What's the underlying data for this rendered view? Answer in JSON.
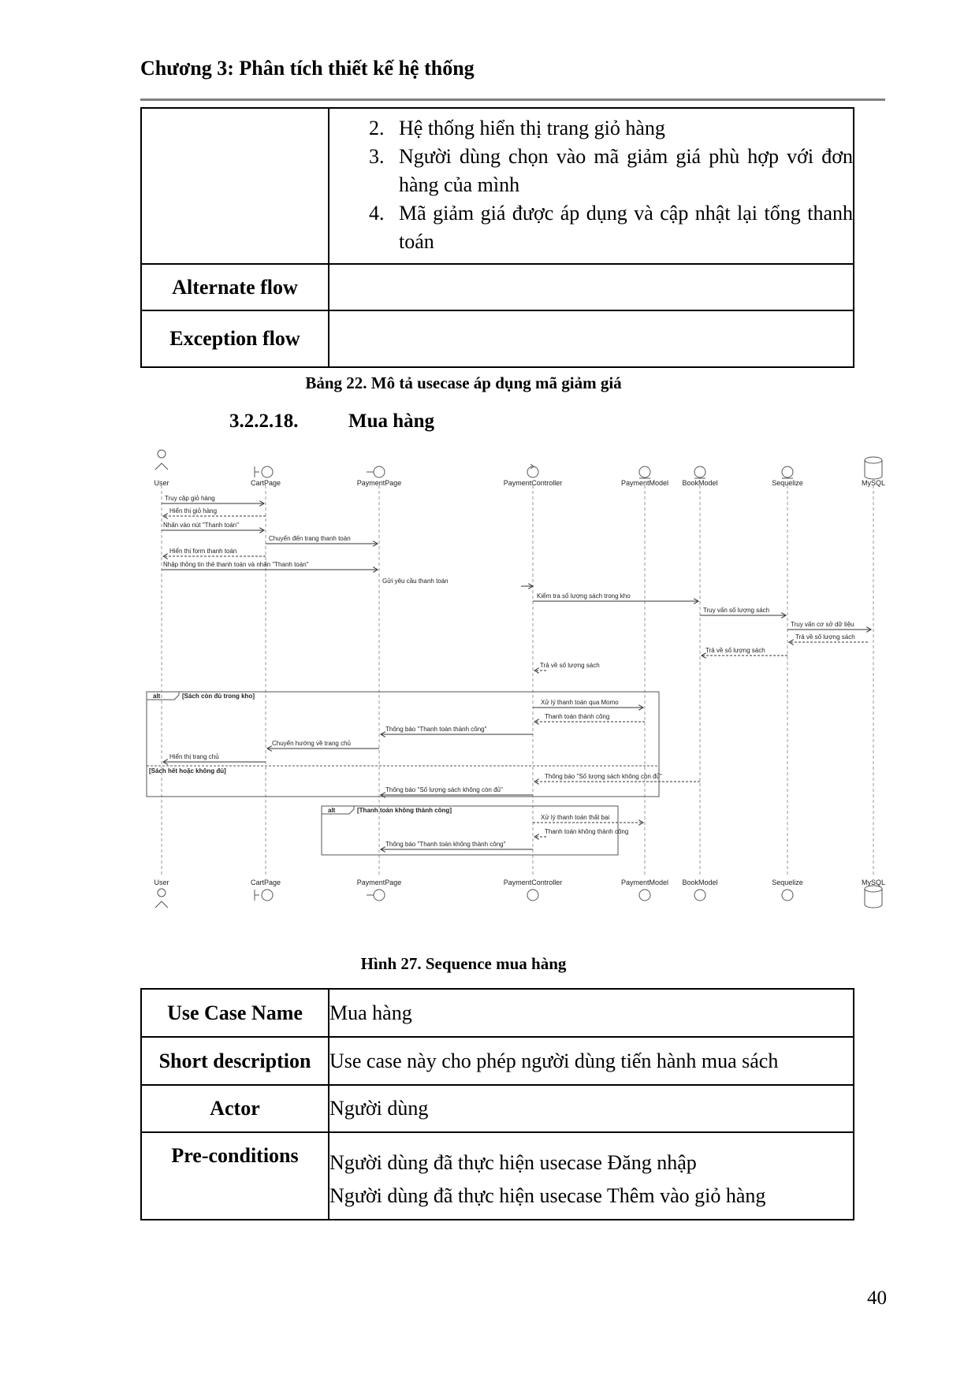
{
  "header": {
    "chapter_title": "Chương 3: Phân tích thiết kế hệ thống"
  },
  "table_prev": {
    "steps": [
      {
        "num": "2.",
        "text": "Hệ thống hiển thị trang giỏ hàng"
      },
      {
        "num": "3.",
        "text": "Người dùng chọn vào mã giảm giá phù hợp với đơn hàng của mình"
      },
      {
        "num": "4.",
        "text": "Mã giảm giá được áp dụng và cập nhật lại tổng thanh toán"
      }
    ],
    "rows": [
      {
        "label": "Alternate flow",
        "value": ""
      },
      {
        "label": "Exception flow",
        "value": ""
      }
    ],
    "caption": "Bảng 22. Mô tả usecase áp dụng mã giảm giá"
  },
  "section": {
    "number": "3.2.2.18.",
    "title": "Mua hàng"
  },
  "diagram": {
    "participants": [
      "User",
      "CartPage",
      "PaymentPage",
      "PaymentController",
      "PaymentModel",
      "BookModel",
      "Sequelize",
      "MySQL"
    ],
    "messages": [
      "Truy cập giỏ hàng",
      "Hiển thị giỏ hàng",
      "Nhấn vào nút \"Thanh toán\"",
      "Chuyển đến trang thanh toán",
      "Hiển thị form thanh toán",
      "Nhập thông tin thẻ thanh toán và nhấn \"Thanh toán\"",
      "Gửi yêu cầu thanh toán",
      "Kiểm tra số lượng sách trong kho",
      "Truy vấn số lượng sách",
      "Truy vấn cơ sở dữ liệu",
      "Trả về số lượng sách",
      "Trả về số lượng sách",
      "Trả về số lượng sách",
      "Xử lý thanh toán qua Momo",
      "Thanh toán thành công",
      "Thông báo \"Thanh toán thành công\"",
      "Chuyển hướng về trang chủ",
      "Hiển thị trang chủ",
      "Thông báo \"Số lượng sách không còn đủ\"",
      "Thông báo \"Số lượng sách không còn đủ\"",
      "Xử lý thanh toán thất bại",
      "Thanh toán không thành công",
      "Thông báo \"Thanh toán không thành công\""
    ],
    "alt1": {
      "keyword": "alt",
      "guard": "[Sách còn đủ trong kho]",
      "else_guard": "[Sách hết hoặc không đủ]"
    },
    "alt2": {
      "keyword": "alt",
      "guard": "[Thanh toán không thành công]"
    },
    "caption": "Hình 27. Sequence mua hàng"
  },
  "usecase_table": {
    "rows": [
      {
        "label": "Use Case Name",
        "values": [
          "Mua hàng"
        ]
      },
      {
        "label": "Short description",
        "values": [
          "Use case này cho phép người dùng tiến hành mua sách"
        ]
      },
      {
        "label": "Actor",
        "values": [
          "Người dùng"
        ]
      },
      {
        "label": "Pre-conditions",
        "values": [
          "Người dùng đã thực hiện usecase Đăng nhập",
          "Người dùng đã thực hiện usecase Thêm vào giỏ hàng"
        ]
      }
    ]
  },
  "page_number": "40"
}
